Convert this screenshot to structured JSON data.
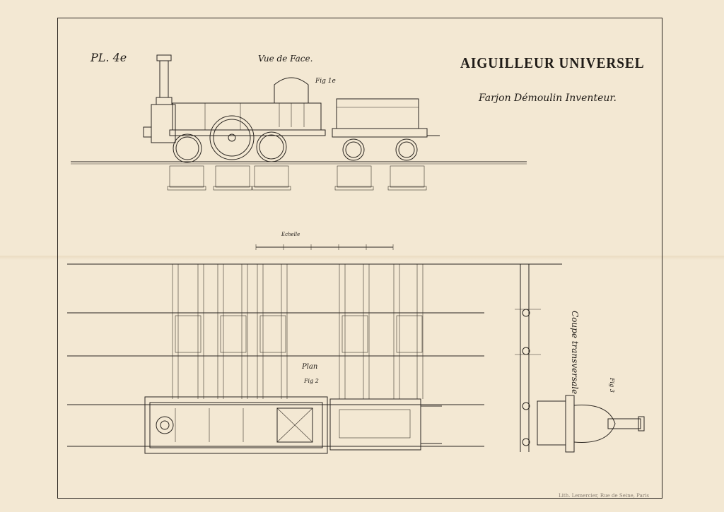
{
  "plate": {
    "number": "PL. 4e",
    "view_front": "Vue de Face.",
    "fig1": "Fig 1e",
    "title": "AIGUILLEUR UNIVERSEL",
    "subtitle": "Farjon Démoulin Inventeur.",
    "scale_label": "Echelle",
    "plan_label": "Plan",
    "fig2": "Fig 2",
    "section_label": "Coupe transversale",
    "fig3": "Fig 3",
    "printer": "Lith. Lemercier, Rue de Seine, Paris"
  },
  "colors": {
    "paper": "#f3e8d3",
    "ink": "#2a2520"
  }
}
